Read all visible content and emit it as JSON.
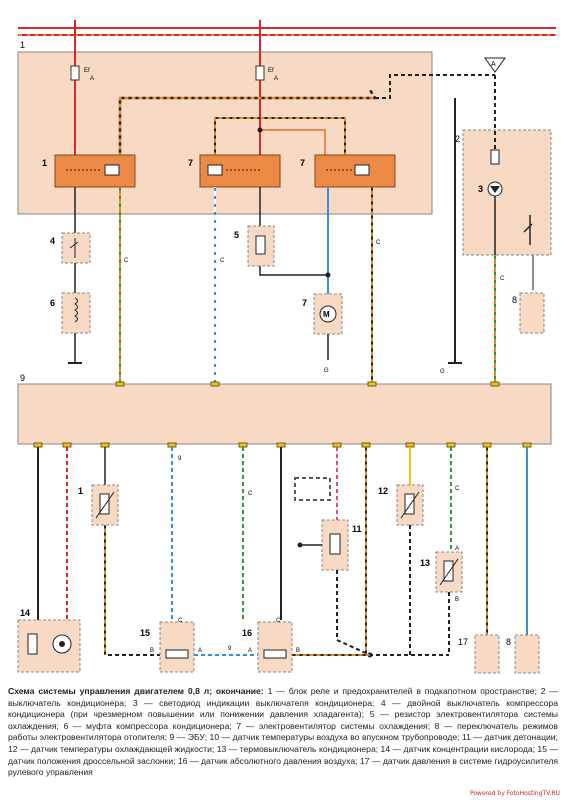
{
  "labels": {
    "block_top": "1",
    "block_9": "9",
    "relay_left": "1",
    "relay_mid": "7",
    "fuse_left": "Ef",
    "fuse_left_sub": "A",
    "fuse_right": "Ef",
    "fuse_right_sub": "A",
    "antenna_letter": "A",
    "box2": "2",
    "led3": "3",
    "comp4": "4",
    "comp5": "5",
    "motor7": "7",
    "clutch6": "6",
    "pin8_top": "8",
    "c_wire": "C",
    "g_wire": "G",
    "sensor1": "1",
    "wire9": "9",
    "sensor11": "11",
    "sensor12": "12",
    "sensor13": "13",
    "sensor14": "14",
    "sensor15": "15",
    "sensor16": "16",
    "pin17": "17",
    "pin8_bottom": "8",
    "pin_a": "A",
    "pin_b": "B",
    "pin_c": "C"
  },
  "caption": {
    "title": "Схема системы управления двигателем 0,8 л; окончание:",
    "body": " 1 — блок реле и предохранителей в подкапотном пространстве; 2 — выключатель кондиционера; 3 — светодиод индикации выключателя кондиционера; 4 — двойной выключатель компрессора кондиционера (при чрезмерном повышении или понижении давления хладагента); 5 — резистор электровентилятора системы охлаждения; 6 — муфта компрессора кондиционера; 7 — электровентилятор системы охлаждения; 8 — переключатель режимов работы электровентилятора отопителя; 9 — ЭБУ; 10 — датчик температуры воздуха во впускном трубопроводе; 11 — датчик детонации; 12 — датчик температуры охлаждающей жидкости; 13 — термовыключатель кондиционера; 14 — датчик концентрации кислорода; 15 — датчик положения дроссельной заслонки; 16 — датчик абсолютного давления воздуха; 17 — датчик давления в системе гидроусилителя рулевого управления"
  },
  "footer": "Powered by FotoHostingTV.RU",
  "colors": {
    "peach": "#f8d9c4",
    "relay_orange": "#ec8a45",
    "red": "#d8262a",
    "green": "#2f9a3b",
    "blue": "#3b8fd8",
    "black": "#222222",
    "orange_dash": "#e08b2c",
    "yellow": "#e8c51a",
    "pink": "#d84f8f"
  }
}
